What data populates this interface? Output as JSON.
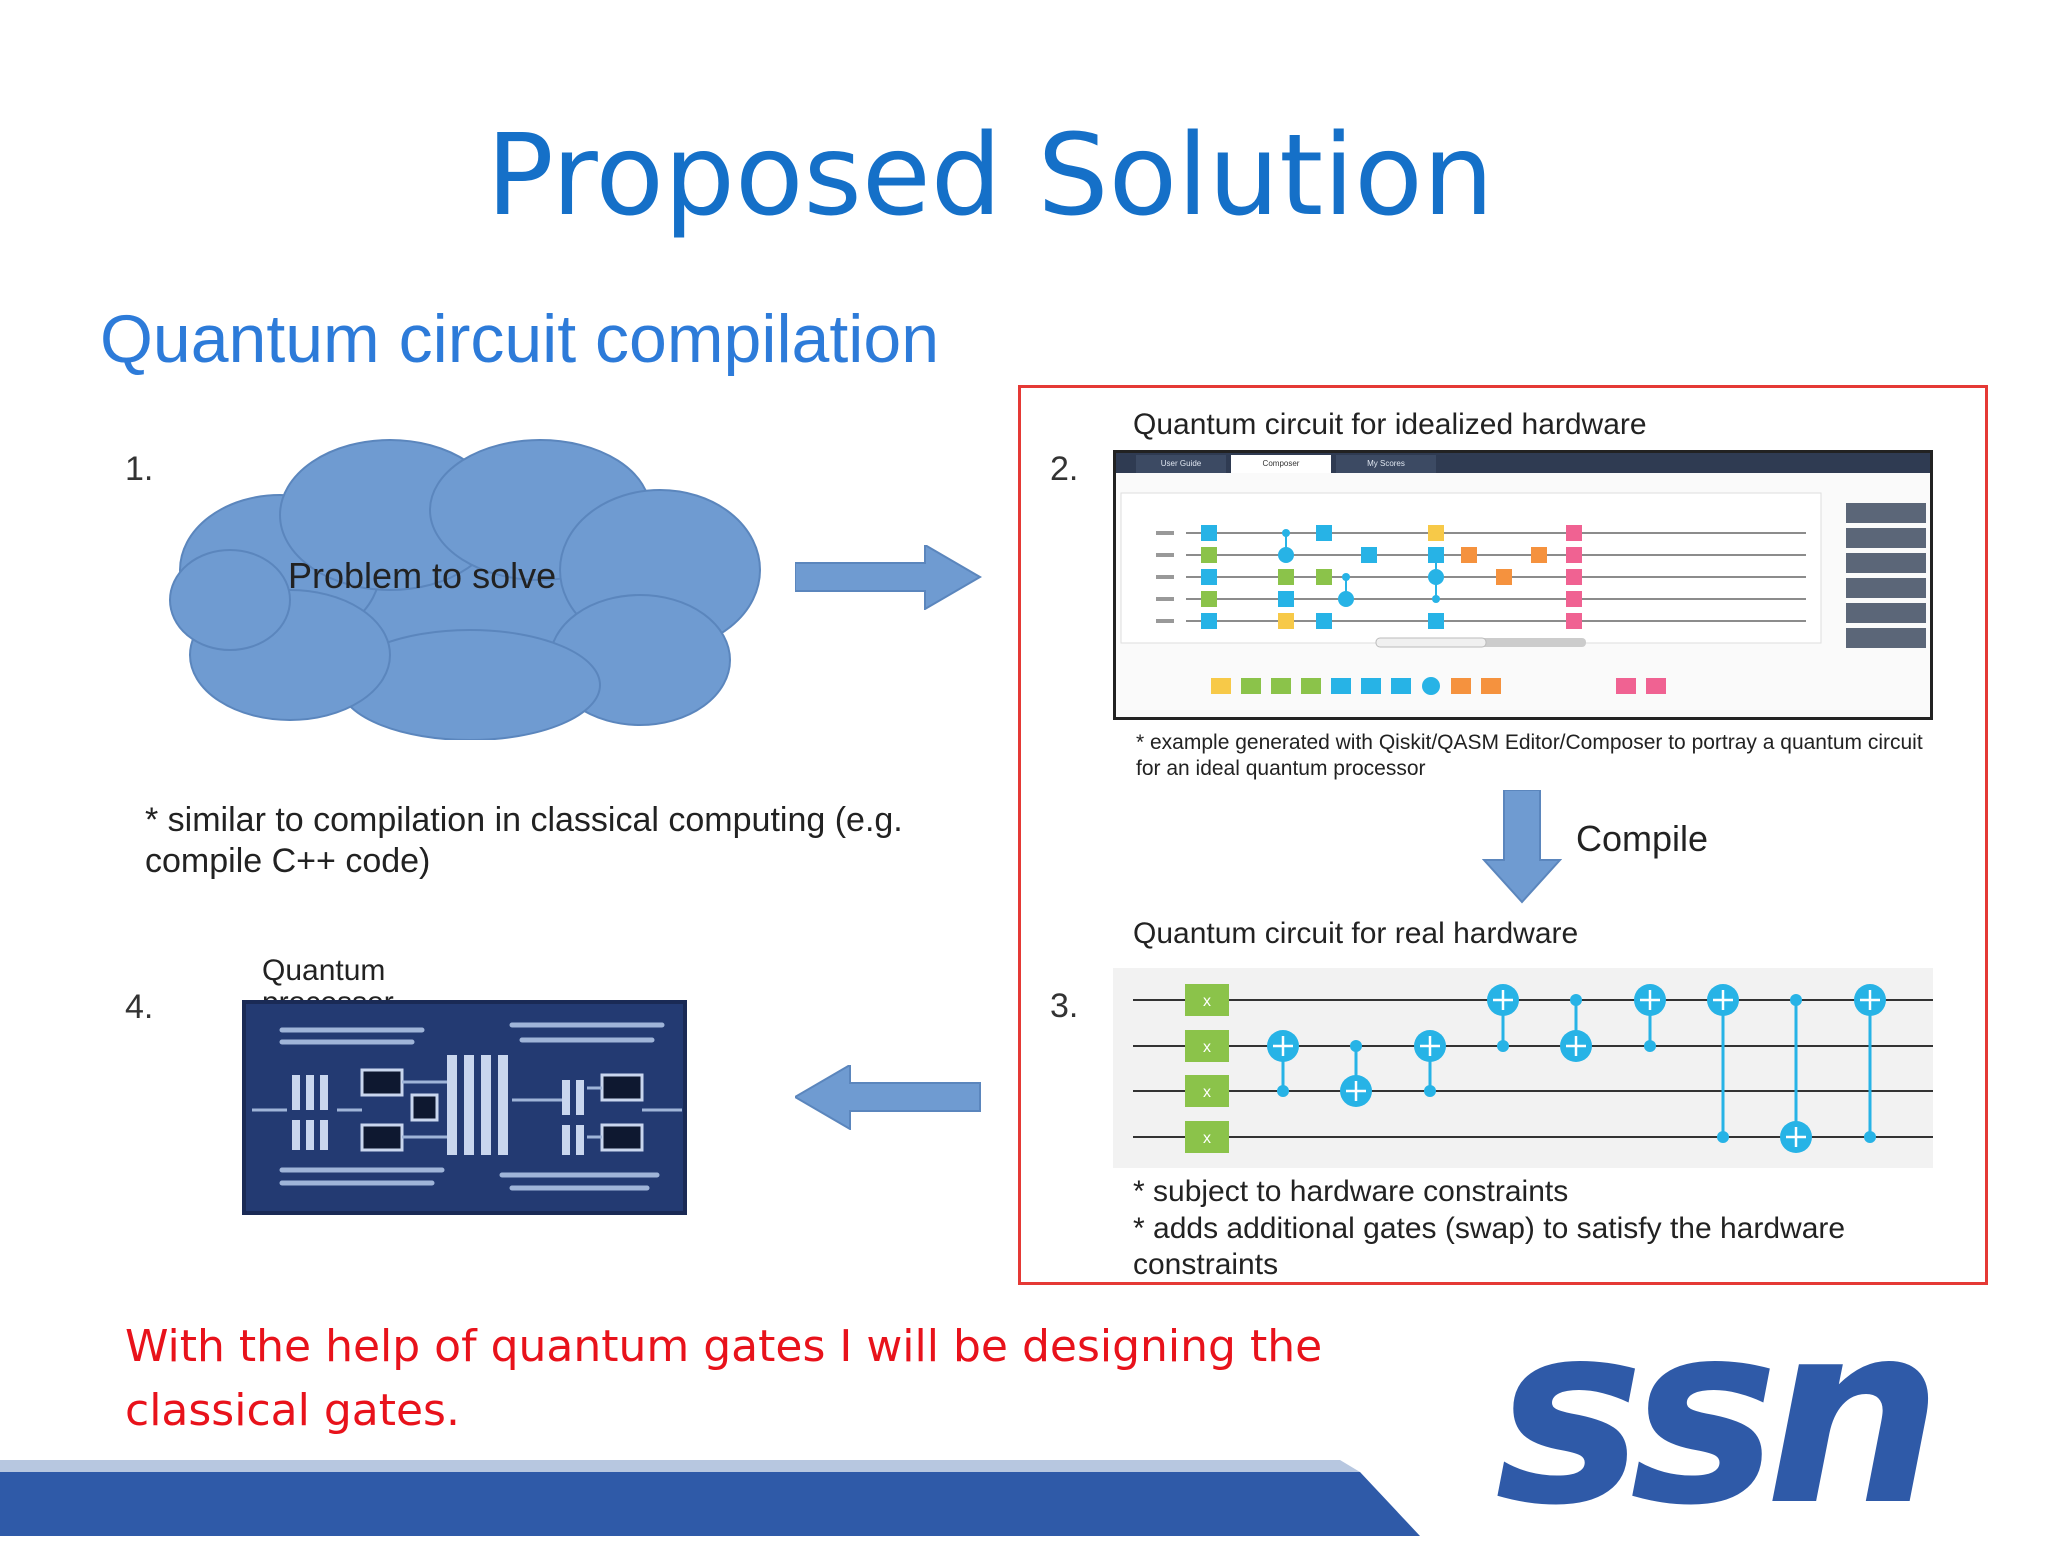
{
  "title": "Proposed Solution",
  "subtitle": "Quantum circuit compilation",
  "steps": {
    "s1": {
      "number": "1.",
      "cloud_text": "Problem to solve",
      "note": "* similar to compilation in classical computing (e.g. compile C++ code)"
    },
    "s2": {
      "number": "2.",
      "heading": "Quantum circuit for idealized hardware",
      "note": "* example generated with Qiskit/QASM Editor/Composer to portray a quantum circuit for an ideal quantum processor",
      "tabs": [
        "User Guide",
        "Composer",
        "My Scores"
      ]
    },
    "compile_label": "Compile",
    "s3": {
      "number": "3.",
      "heading": "Quantum circuit for real hardware",
      "note_line1": "* subject to hardware constraints",
      "note_line2": "* adds additional gates (swap) to satisfy the hardware constraints"
    },
    "s4": {
      "number": "4.",
      "caption": "Quantum processor"
    }
  },
  "bottom_text": "With the help of quantum gates I will be designing the classical gates.",
  "logo_text": "ssn",
  "colors": {
    "title": "#1570c8",
    "subtitle": "#2d7bd9",
    "cloud": "#6f9bd1",
    "arrow": "#6f9bd1",
    "box_border": "#e53935",
    "bottom_text": "#e8121b",
    "logo": "#2f5aa8",
    "cnot": "#27b3e6",
    "x_gate": "#8bc34a"
  }
}
